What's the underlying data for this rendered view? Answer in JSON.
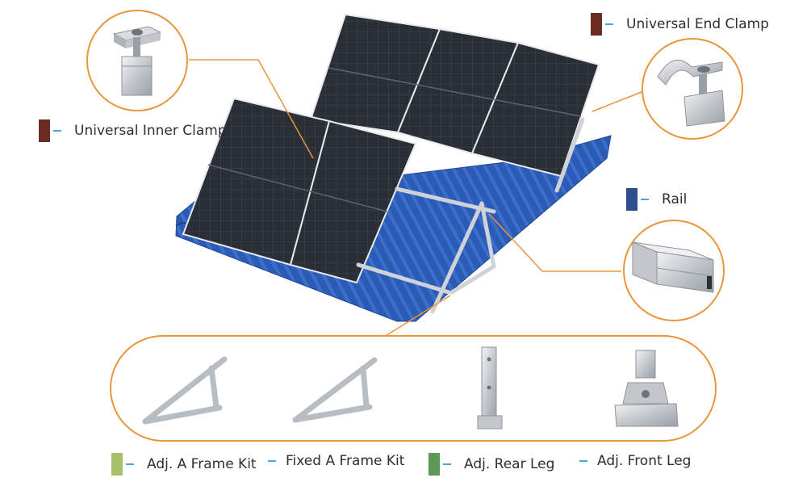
{
  "labels": {
    "end_clamp": "Universal End Clamp",
    "inner_clamp": "Universal Inner Clamp",
    "rail": "Rail",
    "adj_a_frame": "Adj.  A Frame Kit",
    "fixed_a_frame": "Fixed A Frame Kit",
    "adj_rear_leg": "Adj. Rear Leg",
    "adj_front_leg": "Adj. Front Leg"
  },
  "colors": {
    "callout_orange": "#e8953c",
    "roof_blue": "#2a59b4",
    "panel_dark": "#2b2f36",
    "aluminum": "#c9ccd0",
    "swatch_brown": "#6b2b20",
    "swatch_blue": "#2d4f8f",
    "swatch_lime": "#a9c06a",
    "swatch_green": "#5a9a55",
    "dash_cyan": "#4aa8d8"
  },
  "icons": [
    "inner-clamp-icon",
    "end-clamp-icon",
    "rail-profile-icon",
    "adj-a-frame-icon",
    "fixed-a-frame-icon",
    "rear-leg-icon",
    "front-leg-icon"
  ]
}
